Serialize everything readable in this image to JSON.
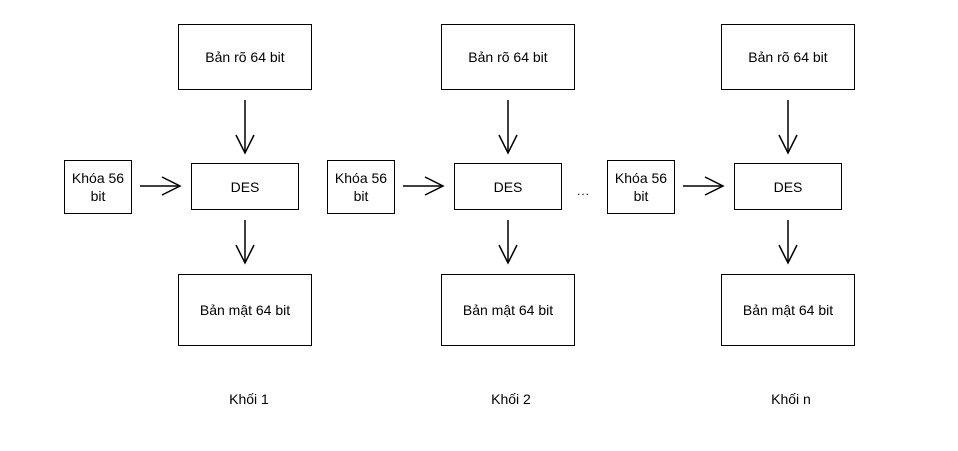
{
  "plaintext_label": "Bản rõ 64 bit",
  "cipher_label": "DES",
  "ciphertext_label": "Bản mật 64 bit",
  "key_label": "Khóa 56 bit",
  "ellipsis": "...",
  "blocks": [
    {
      "caption": "Khối 1"
    },
    {
      "caption": "Khối 2"
    },
    {
      "caption": "Khối n"
    }
  ]
}
